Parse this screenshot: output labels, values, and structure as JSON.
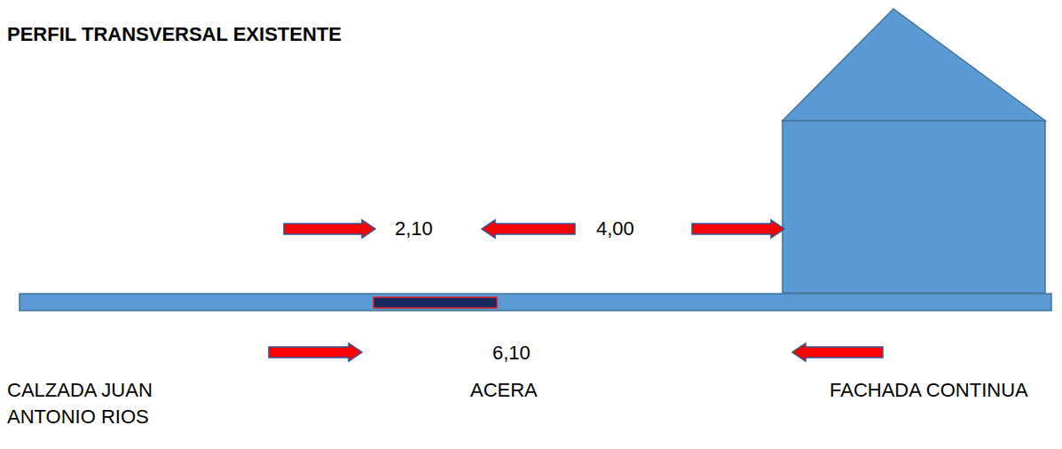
{
  "diagram": {
    "title": "PERFIL TRANSVERSAL EXISTENTE",
    "labels": [
      "2,10",
      "4,00",
      "6,10",
      "CALZADA JUAN ANTONIO RIOS",
      "ACERA",
      "FACHADA CONTINUA"
    ]
  }
}
